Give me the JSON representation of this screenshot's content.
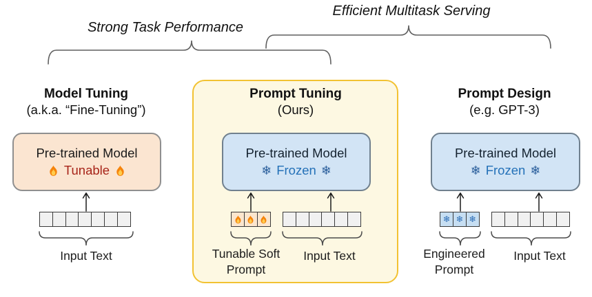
{
  "figure": {
    "top_annotations": {
      "left_label": "Strong Task Performance",
      "right_label": "Efficient Multitask Serving"
    },
    "columns": [
      {
        "title": "Model Tuning",
        "subtitle": "(a.k.a. “Fine-Tuning”)",
        "model_box": {
          "name": "Pre-trained Model",
          "state": "Tunable"
        },
        "state_icon": "flame-icon",
        "input_label": "Input Text",
        "input_cells": 7
      },
      {
        "title": "Prompt Tuning",
        "subtitle": "(Ours)",
        "model_box": {
          "name": "Pre-trained Model",
          "state": "Frozen"
        },
        "state_icon": "snowflake-icon",
        "prompt_label": "Tunable Soft Prompt",
        "prompt_cells": 3,
        "input_label": "Input Text",
        "input_cells": 6
      },
      {
        "title": "Prompt Design",
        "subtitle": "(e.g. GPT-3)",
        "model_box": {
          "name": "Pre-trained Model",
          "state": "Frozen"
        },
        "state_icon": "snowflake-icon",
        "prompt_label": "Engineered Prompt",
        "prompt_cells": 3,
        "input_label": "Input Text",
        "input_cells": 6
      }
    ],
    "icons": {
      "snowflake_char": "❄"
    },
    "colors": {
      "tunable_text": "#A72318",
      "frozen_text": "#2471B8",
      "tunable_box_fill": "#FBE5D1",
      "frozen_box_fill": "#D2E4F5",
      "soft_prompt_cell_fill": "#FBE6CE",
      "engineered_cell_fill": "#C6DEF2",
      "input_cell_fill": "#F1F1F1",
      "highlight_fill": "#FDF8E2",
      "highlight_border": "#F2C232",
      "flame_orange": "#F5840C",
      "flame_yellow": "#FFCC4D"
    }
  }
}
